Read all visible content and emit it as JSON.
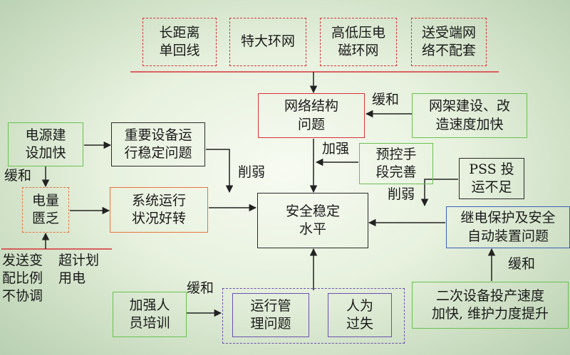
{
  "top_causes": [
    {
      "label": "长距离\n单回线"
    },
    {
      "label": "特大环网"
    },
    {
      "label": "高低压电\n磁环网"
    },
    {
      "label": "送受端网\n络不配套"
    }
  ],
  "nodes": {
    "network_structure": "网络结构\n问题",
    "grid_construction": "网架建设、改\n造速度加快",
    "power_construction": "电源建\n设加快",
    "important_equipment": "重要设备运\n行稳定问题",
    "power_shortage": "电量\n匮乏",
    "system_operation": "系统运行\n状况好转",
    "safety_level": "安全稳定\n水平",
    "pre_control": "预控手\n段完善",
    "pss": "PSS 投\n运不足",
    "relay_protection": "继电保护及安全\n自动装置问题",
    "secondary_equipment": "二次设备投产速度\n加快, 维护力度提升",
    "staff_training": "加强人\n员培训",
    "operation_management": "运行管\n理问题",
    "human_error": "人为\n过失",
    "ratio_text": "发送变\n配比例\n不协调",
    "overuse_text": "超计划\n用电"
  },
  "edge_labels": {
    "ease_network": "缓和",
    "strengthen": "加强",
    "weaken_left": "削弱",
    "weaken_right": "削弱",
    "ease_power": "缓和",
    "ease_relay": "缓和",
    "ease_human": "缓和"
  }
}
